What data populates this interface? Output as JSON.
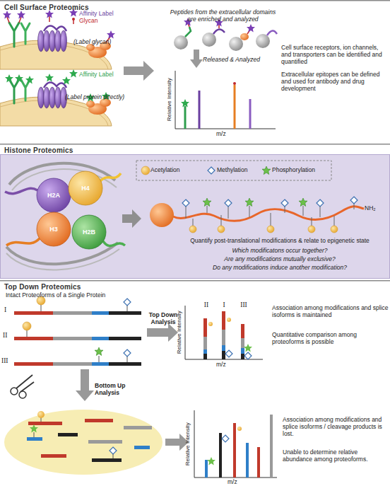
{
  "diagram": {
    "nodes": [
      {
        "text": [
          "Quantify post-translational modifications & relate to epigenetic state",
          "Which modificatons occur together?",
          "Are any modifications mutually exclusive?",
          "Do any modifications induce another modification?"
        ]
      },
      {
        "text": [
          "H2A"
        ],
        "in": 0
      },
      {
        "text": [
          "H4"
        ],
        "in": 0
      },
      {
        "text": [
          "H3"
        ],
        "in": 0
      },
      {
        "text": [
          "H2B"
        ],
        "in": 0
      }
    ],
    "labels": [
      "Cell Surface Proteomics",
      "(Label glycan)",
      "Peptides from the extracellular domains are enriched and analyzed",
      "Cell surface receptors, ion channels, and transporters can be identified and quantified",
      "Extracellular epitopes can be defined and used for antibody and drug development",
      "Affinity Label",
      "(Label protein directly)",
      "Released & Analyzed",
      "Relative Intensity",
      "m/z",
      "Histone Proteomics",
      "NH₂",
      "Top Down Proteomics",
      "Intact Proteoforms of a Single Protein",
      "I",
      "II",
      "III",
      "Top Down Analysis",
      "II",
      "I",
      "III",
      "Relative Intensity",
      "m/z",
      "Association among modifications and splice isoforms is maintained",
      "Quantitative comparison among proteoforms is possible",
      "Bottom Up Analysis",
      "Relative Intensity",
      "m/z",
      "Association among modifications and splice isoforms / cleavage products is lost.",
      "Unable to determine relative abundance among proteoforms."
    ],
    "legend": [
      {
        "text": "Affinity Label"
      },
      {
        "text": "Glycan"
      },
      {
        "text": "Acetylation"
      },
      {
        "text": "Methylation"
      },
      {
        "text": "Phosphorylation"
      }
    ]
  }
}
